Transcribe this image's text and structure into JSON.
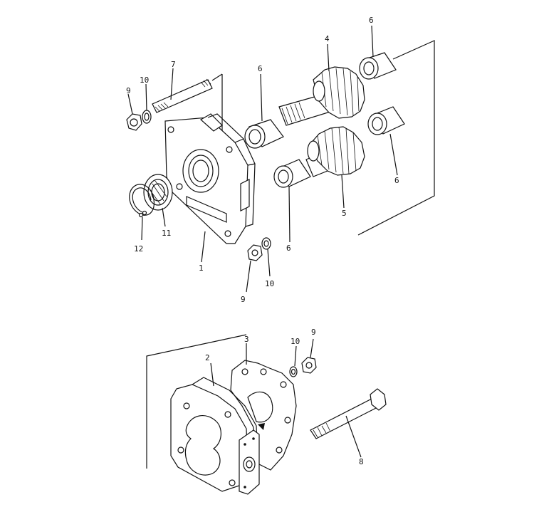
{
  "diagram": {
    "callouts": {
      "c1": "1",
      "c2": "2",
      "c3": "3",
      "c4": "4",
      "c5": "5",
      "c6a": "6",
      "c6b": "6",
      "c6c": "6",
      "c6d": "6",
      "c7": "7",
      "c8": "8",
      "c9a": "9",
      "c9b": "9",
      "c9c": "9",
      "c10a": "10",
      "c10b": "10",
      "c10c": "10",
      "c11": "11",
      "c12": "12"
    }
  }
}
